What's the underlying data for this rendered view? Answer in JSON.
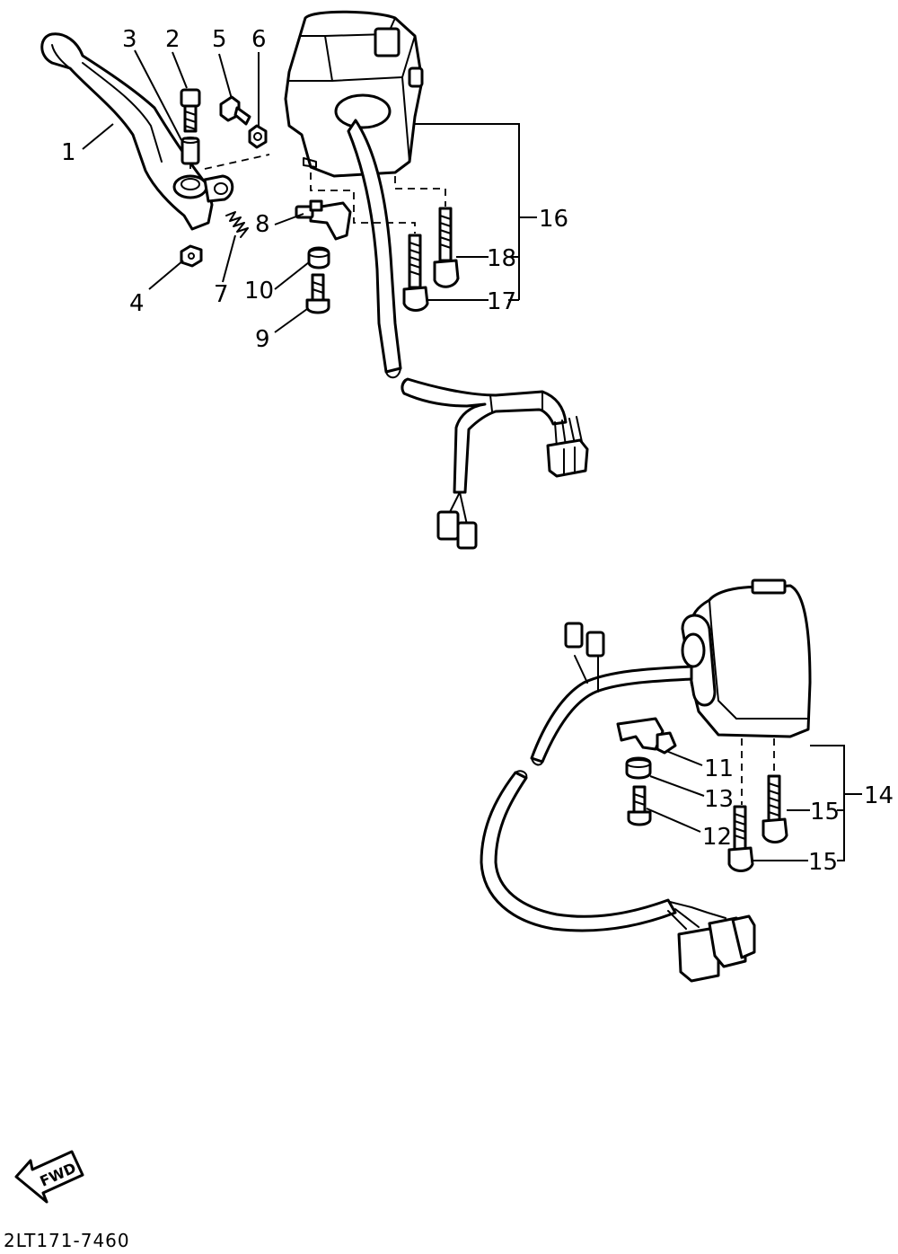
{
  "diagram": {
    "drawing_code": "2LT171-7460",
    "direction_badge": "FWD",
    "callouts": {
      "c1": "1",
      "c2": "2",
      "c3": "3",
      "c4": "4",
      "c5": "5",
      "c6": "6",
      "c7": "7",
      "c8": "8",
      "c9": "9",
      "c10": "10",
      "c11": "11",
      "c12": "12",
      "c13": "13",
      "c14": "14",
      "c15a": "15",
      "c15b": "15",
      "c16": "16",
      "c17": "17",
      "c18": "18"
    }
  }
}
